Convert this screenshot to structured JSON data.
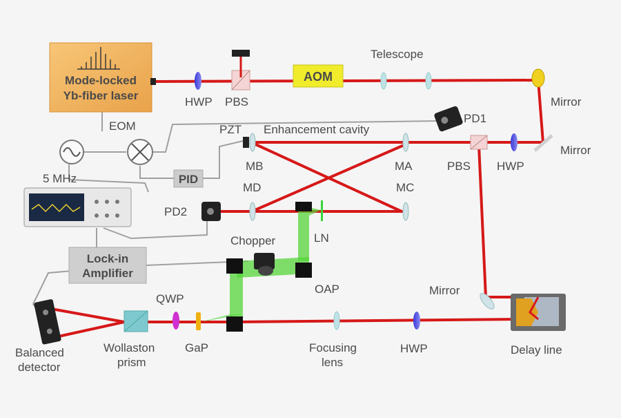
{
  "colors": {
    "beam": "#d61818",
    "thz": "#55d43a",
    "laser_box": "#f2b25a",
    "aom_box": "#f0ec2c",
    "label": "#4a4a4a",
    "cable": "#9a9a9a"
  },
  "labels": {
    "laser": [
      "Mode-locked",
      "Yb-fiber laser"
    ],
    "hwp_top": "HWP",
    "pbs_top": "PBS",
    "aom": "AOM",
    "telescope": "Telescope",
    "mirror_top": "Mirror",
    "eom": "EOM",
    "pd1": "PD1",
    "pzt": "PZT",
    "cavity": "Enhancement cavity",
    "mb": "MB",
    "ma": "MA",
    "pbs_right": "PBS",
    "hwp_right": "HWP",
    "mirror_right": "Mirror",
    "freq": "5 MHz",
    "pid": "PID",
    "md": "MD",
    "mc": "MC",
    "pd2": "PD2",
    "chopper": "Chopper",
    "ln": "LN",
    "lockin": [
      "Lock-in",
      "Amplifier"
    ],
    "oap": "OAP",
    "mirror_lower": "Mirror",
    "qwp": "QWP",
    "balanced": [
      "Balanced",
      "detector"
    ],
    "wollaston": [
      "Wollaston",
      "prism"
    ],
    "gap": "GaP",
    "focusing": [
      "Focusing",
      "lens"
    ],
    "hwp_bottom": "HWP",
    "delay": "Delay line"
  }
}
